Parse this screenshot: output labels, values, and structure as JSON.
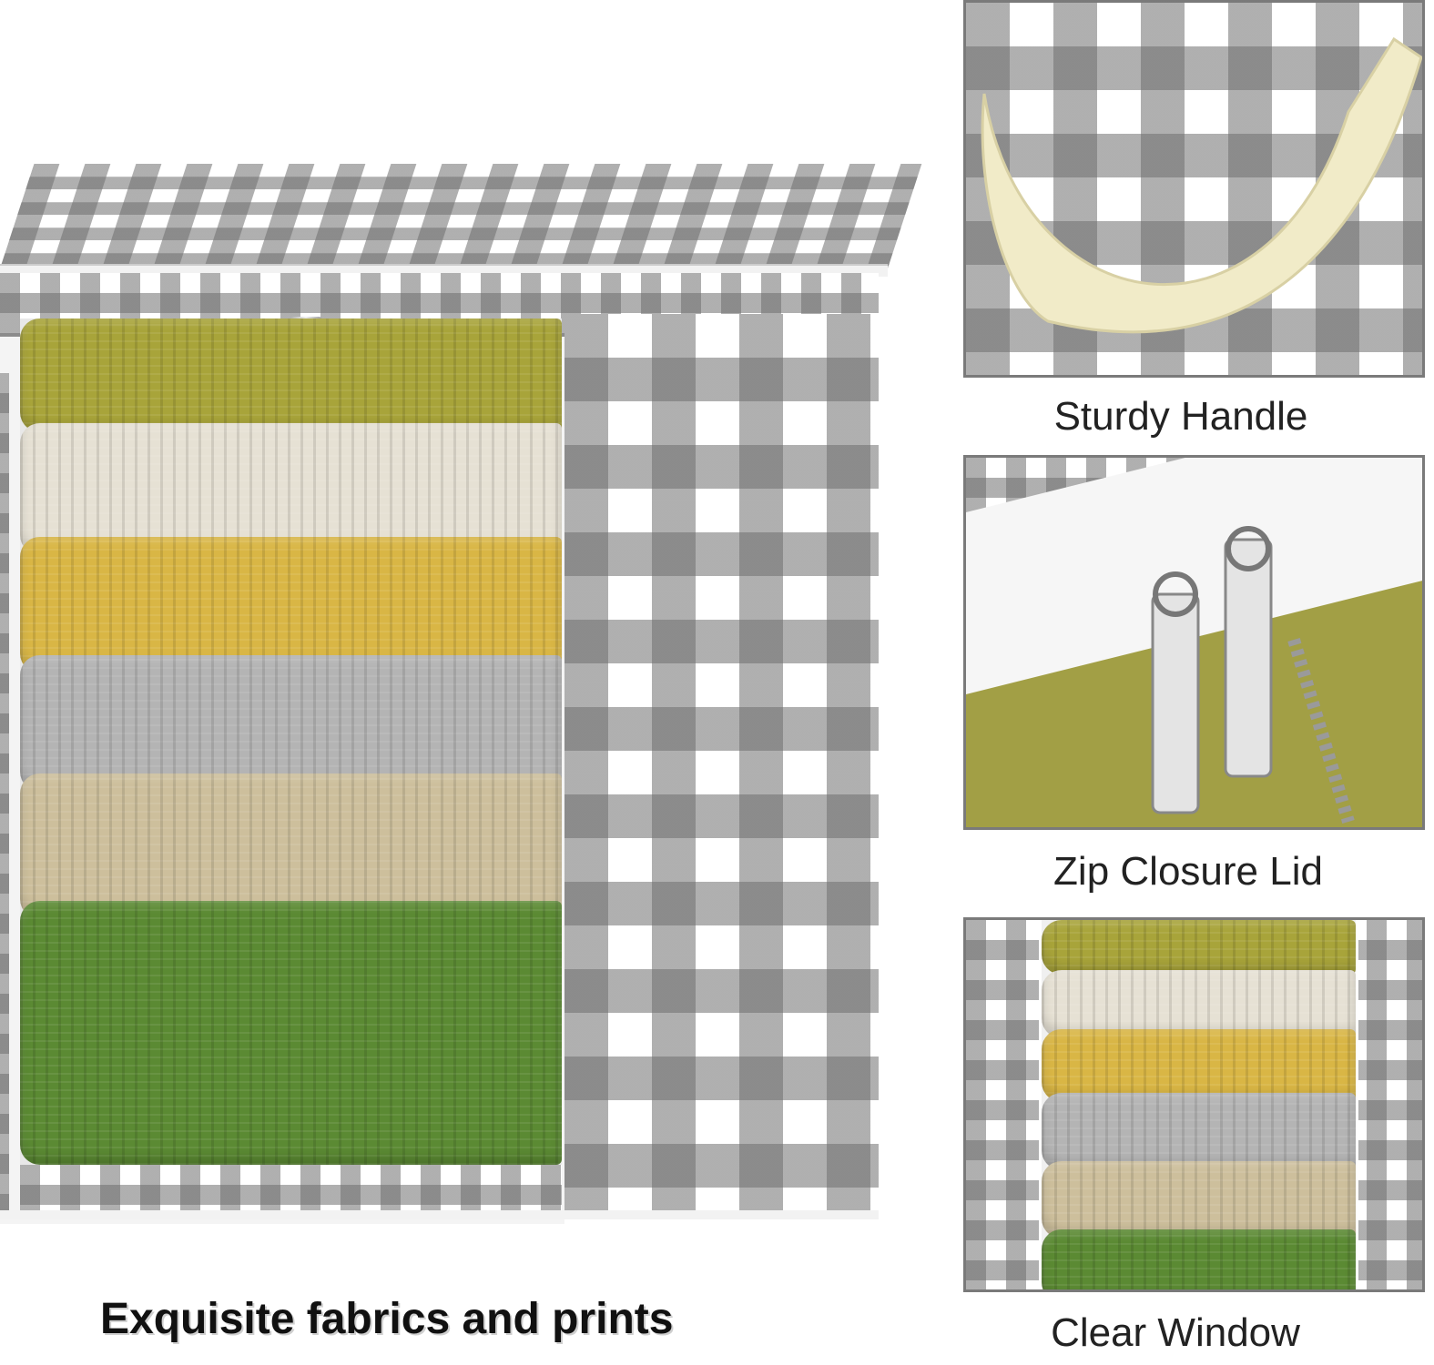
{
  "main_image": {
    "headline": "Exquisite fabrics and prints"
  },
  "features": [
    {
      "caption": "Sturdy Handle",
      "icon": "handle-icon"
    },
    {
      "caption": "Zip Closure Lid",
      "icon": "zipper-icon"
    },
    {
      "caption": "Clear Window",
      "icon": "window-icon"
    }
  ],
  "colors": {
    "gingham_gray": "#6e6e6e",
    "sweater_olive": "#a8a43a",
    "sweater_cream": "#e6e1d4",
    "sweater_mustard": "#d9b645",
    "sweater_gray": "#b4b4b4",
    "sweater_beige": "#cdbf9c",
    "sweater_green": "#5b8a33",
    "handle_cream": "#f1ebc8"
  }
}
